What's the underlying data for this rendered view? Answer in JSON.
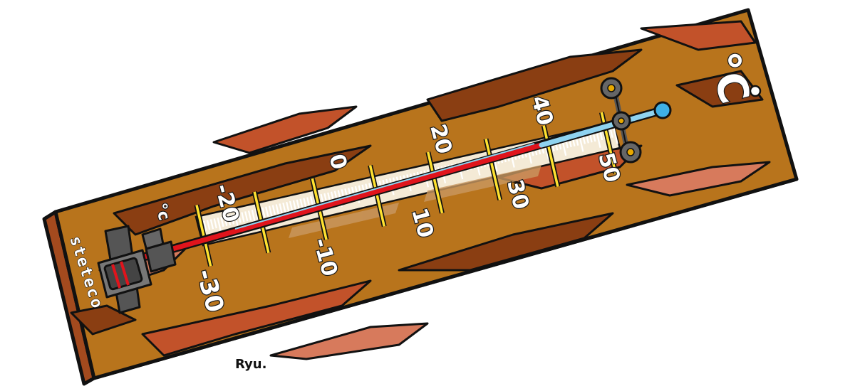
{
  "thermometer": {
    "unit_top": "°C",
    "unit_small": "°c",
    "brand": "steteco",
    "celsius_labels": [
      "-20",
      "0",
      "20",
      "40"
    ],
    "fahrenheit_labels": [
      "-30",
      "-10",
      "10",
      "30",
      "50"
    ],
    "reading_celsius": 40
  },
  "signature": "Ryu.",
  "colors": {
    "wood_light": "#b8741c",
    "wood_dark": "#8a3e12",
    "wood_red": "#c2522a",
    "wood_pink": "#d77a5c",
    "mercury_red": "#e0141c",
    "mercury_blue": "#8fd3f0",
    "scale_paper": "#f4ead6",
    "tick_yellow": "#ffe230"
  }
}
